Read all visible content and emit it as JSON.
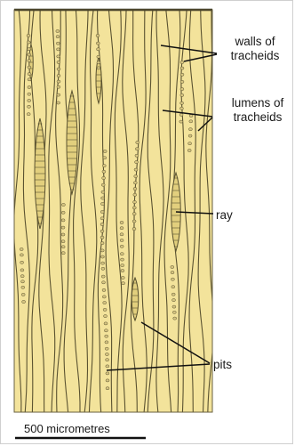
{
  "labels": {
    "walls": [
      "walls of",
      "tracheids"
    ],
    "lumens": [
      "lumens of",
      "tracheids"
    ],
    "ray": "ray",
    "pits": "pits"
  },
  "scale_bar": {
    "label": "500 micrometres"
  },
  "colors": {
    "wood_fill": "#f3e39b",
    "cell_wall": "#5a5230",
    "pit": "#d6c581",
    "ray_fill": "#e2cf7d",
    "leader_line": "#111111"
  }
}
